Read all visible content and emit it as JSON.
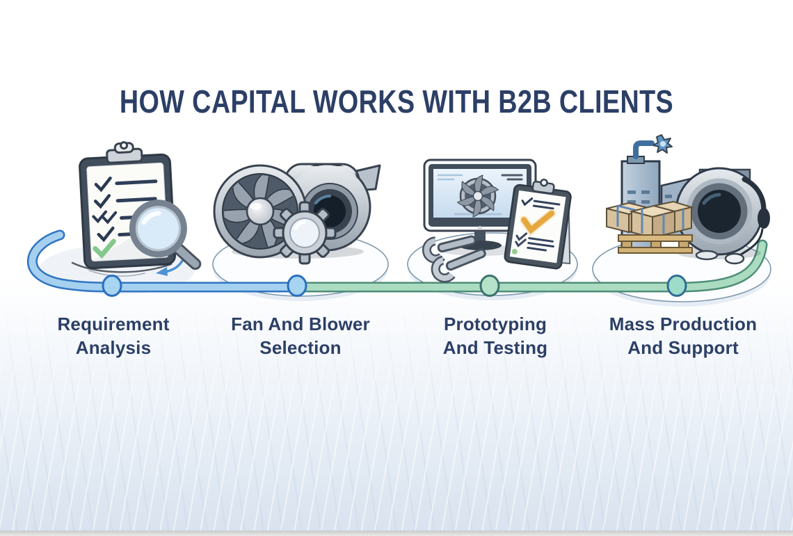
{
  "title": "HOW CAPITAL WORKS WITH B2B CLIENTS",
  "steps": [
    {
      "line1": "Requirement",
      "line2": "Analysis",
      "icon": "clipboard-checklist-magnifier-illustration",
      "node_fill": "#a6d4f1",
      "node_stroke": "#2a6fbe"
    },
    {
      "line1": "Fan And Blower",
      "line2": "Selection",
      "icon": "axial-fan-blower-gear-illustration",
      "node_fill": "#a6d4f1",
      "node_stroke": "#2a6fbe"
    },
    {
      "line1": "Prototyping",
      "line2": "And Testing",
      "icon": "monitor-wrenches-checklist-illustration",
      "node_fill": "#b5e2c8",
      "node_stroke": "#3b7170"
    },
    {
      "line1": "Mass Production",
      "line2": "And Support",
      "icon": "factory-pallet-blower-headset-illustration",
      "node_fill": "#9cdcc9",
      "node_stroke": "#2f6d96"
    }
  ],
  "timeline": {
    "blue_fill": "#a5d0ef",
    "blue_stroke": "#2f74c0",
    "green_fill": "#abdcc1",
    "green_stroke": "#4d8d77"
  },
  "colors": {
    "title_text": "#2c3f66",
    "label_text": "#2c3f66",
    "background_bottom": "#dde6f1",
    "platform_stroke": "#7e99ae"
  }
}
